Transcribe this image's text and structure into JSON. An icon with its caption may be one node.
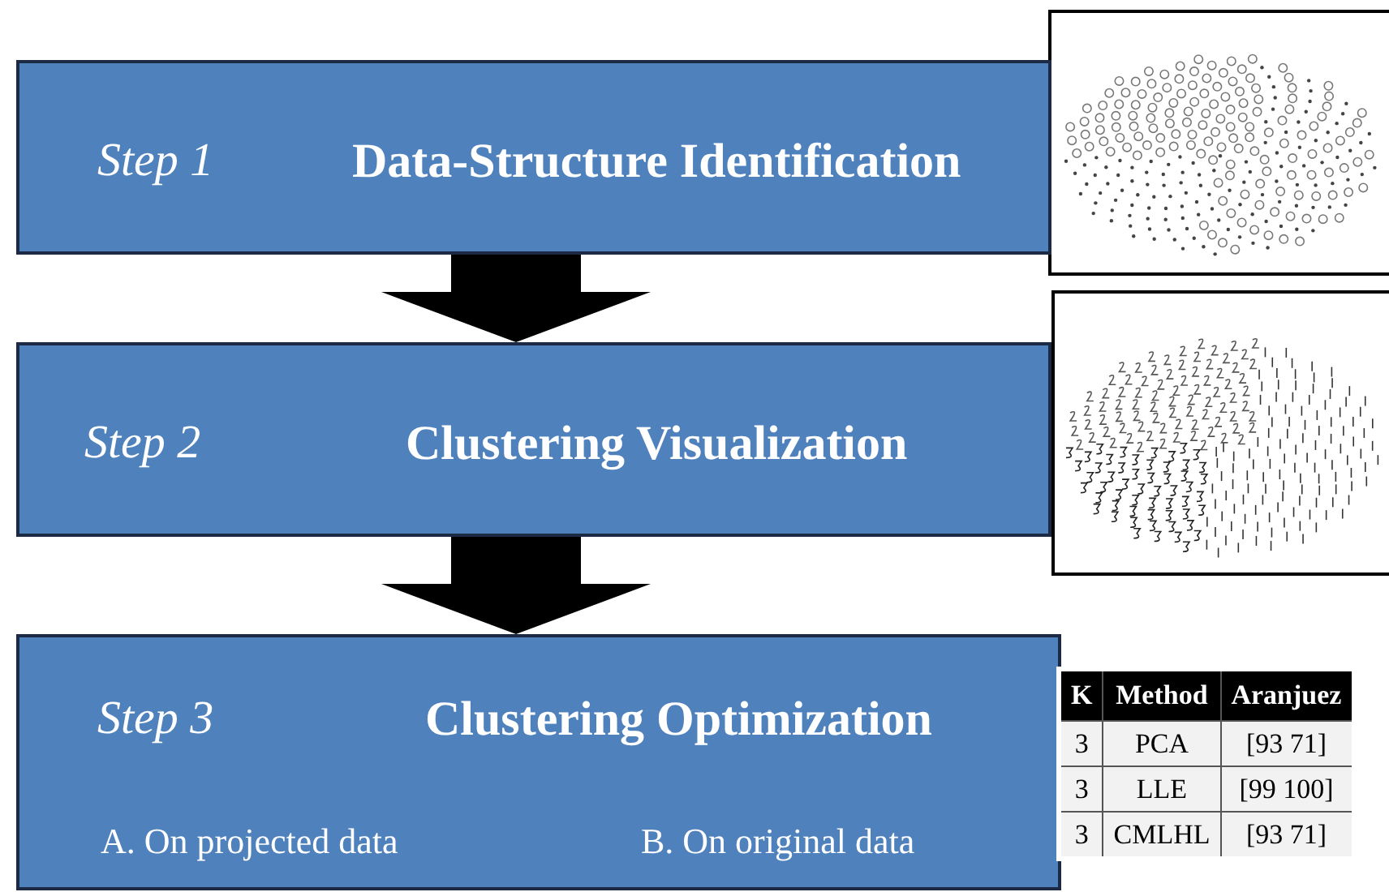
{
  "diagram": {
    "nodes": [
      {
        "text": [
          "Step 1",
          "Data-Structure Identification"
        ]
      },
      {
        "text": [
          "Step 2",
          "Clustering Visualization"
        ]
      },
      {
        "text": [
          "Step 3",
          "Clustering Optimization",
          "A. On projected data",
          "B. On original data"
        ]
      }
    ],
    "edges": [
      {
        "from": 0,
        "to": 1,
        "arrow": "to",
        "style": "thick"
      },
      {
        "from": 1,
        "to": 2,
        "arrow": "to",
        "style": "thick"
      }
    ],
    "labels": [
      "K",
      "Method",
      "Aranjuez",
      "3",
      "PCA",
      "[93 71]",
      "3",
      "LLE",
      "[99 100]",
      "3",
      "CMLHL",
      "[93 71]"
    ]
  }
}
